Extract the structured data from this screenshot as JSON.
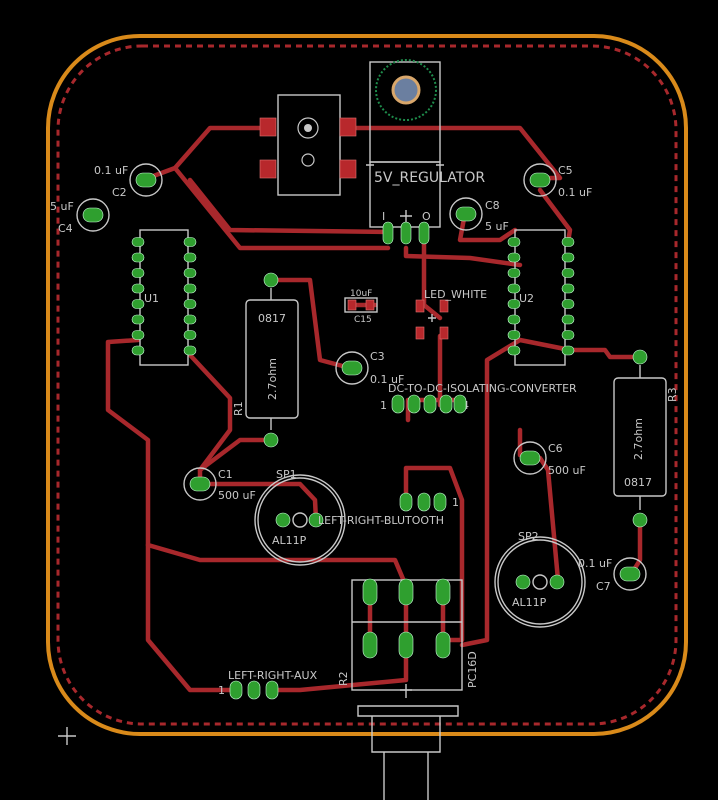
{
  "labels": {
    "c2_value": "0.1 uF",
    "c2_ref": "C2",
    "c4_value": "5 uF",
    "c4_ref": "C4",
    "c5_ref": "C5",
    "c5_value": "0.1 uF",
    "c8_ref": "C8",
    "c8_value": "5 uF",
    "u1_ref": "U1",
    "u2_ref": "U2",
    "regulator": "5V_REGULATOR",
    "reg_pin_i": "I",
    "reg_pin_o": "O",
    "c15_value": "10uF",
    "c15_ref": "C15",
    "led": "LED_WHITE",
    "r1_body": "0817",
    "r1_value": "2.7ohm",
    "r1_ref": "R1",
    "c3_ref": "C3",
    "c3_value": "0.1 uF",
    "converter": "DC-TO-DC-ISOLATING-CONVERTER",
    "converter_pin1": "1",
    "converter_pin4": "4",
    "r3_value": "2.7ohm",
    "r3_ref": "R3",
    "r3_body": "0817",
    "c6_ref": "C6",
    "c6_value": "500 uF",
    "c1_ref": "C1",
    "c1_value": "500 uF",
    "sp1_ref": "SP1",
    "sp1_value": "AL11P",
    "bluetooth": "LEFT-RIGHT-BLUTOOTH",
    "bt_pin1": "1",
    "sp2_ref": "SP2",
    "sp2_value": "AL11P",
    "c7_value": "0.1 uF",
    "c7_ref": "C7",
    "aux": "LEFT-RIGHT-AUX",
    "aux_pin1": "1",
    "r2_ref": "R2",
    "r2_value": "PC16D"
  }
}
